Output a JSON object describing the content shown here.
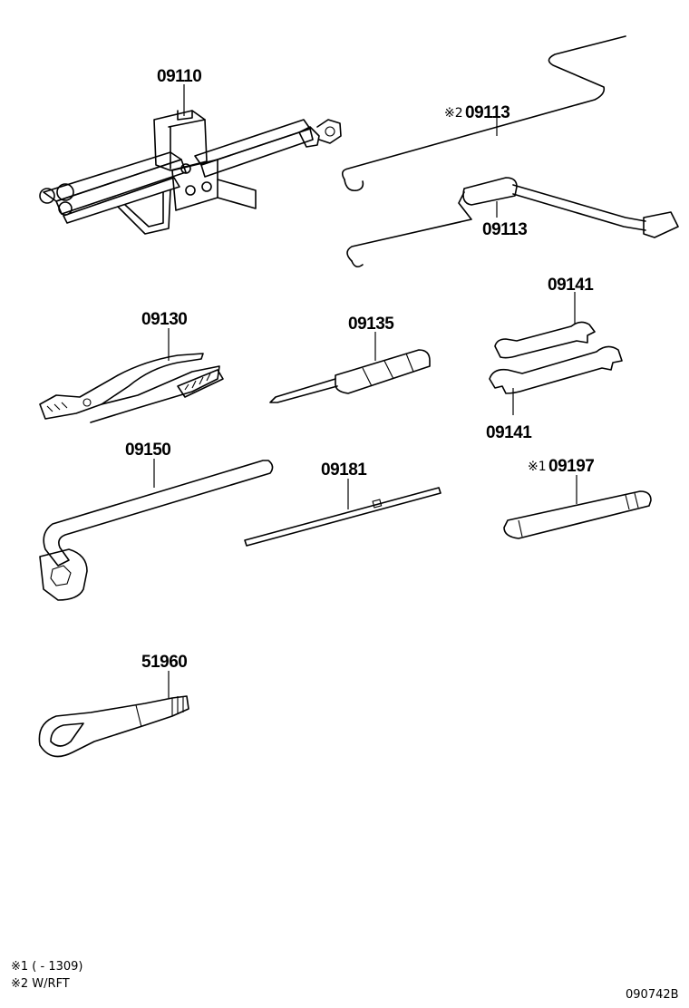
{
  "labels": {
    "jack": "09110",
    "handle_rft": "09113",
    "handle": "09113",
    "pliers": "09130",
    "screwdriver": "09135",
    "wrench_top": "09141",
    "wrench_bottom": "09141",
    "lug_wrench": "09150",
    "screwdriver_rod": "09181",
    "tool_197": "09197",
    "towing_eye": "51960"
  },
  "marks": {
    "mark2": "※2",
    "mark1": "※1"
  },
  "notes": {
    "note1": "※1 (      - 1309)",
    "note2": "※2 W/RFT"
  },
  "diagram_code": "090742B"
}
